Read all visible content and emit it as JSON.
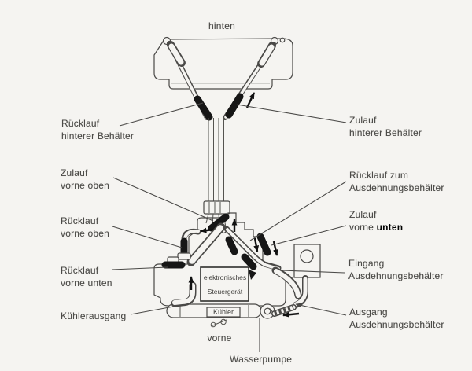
{
  "figure_type": "cooling-system-diagram",
  "colors": {
    "background": "#f5f4f1",
    "line": "#4a4947",
    "label_text": "#4b4a47",
    "connector_black": "#161616"
  },
  "orientation": {
    "top": "hinten",
    "bottom": "vorne"
  },
  "labels": {
    "ruecklauf_hinterer_behaelter": {
      "line1": "Rücklauf",
      "line2": "hinterer Behälter"
    },
    "zulauf_hinterer_behaelter": {
      "line1": "Zulauf",
      "line2": "hinterer Behälter"
    },
    "zulauf_vorne_oben": {
      "line1": "Zulauf",
      "line2": "vorne oben"
    },
    "ruecklauf_zum_ausdehnungsbehaelter": {
      "line1": "Rücklauf zum",
      "line2": "Ausdehnungsbehälter"
    },
    "ruecklauf_vorne_oben": {
      "line1": "Rücklauf",
      "line2": "vorne oben"
    },
    "zulauf_vorne_unten": {
      "line1": "Zulauf",
      "line2_word1": "vorne",
      "line2_word2": "unten"
    },
    "ruecklauf_vorne_unten": {
      "line1": "Rücklauf",
      "line2": "vorne unten"
    },
    "eingang_ausdehnungsbehaelter": {
      "line1": "Eingang",
      "line2": "Ausdehnungsbehälter"
    },
    "kuehlerausgang": {
      "line1": "Kühlerausgang"
    },
    "ausgang_ausdehnungsbehaelter": {
      "line1": "Ausgang",
      "line2": "Ausdehnungsbehälter"
    },
    "wasserpumpe": {
      "line1": "Wasserpumpe"
    }
  },
  "components": {
    "steuergeraet": {
      "line1": "elektronisches",
      "line2": "Steuergerät"
    },
    "kuehler": {
      "label": "Kühler"
    }
  }
}
